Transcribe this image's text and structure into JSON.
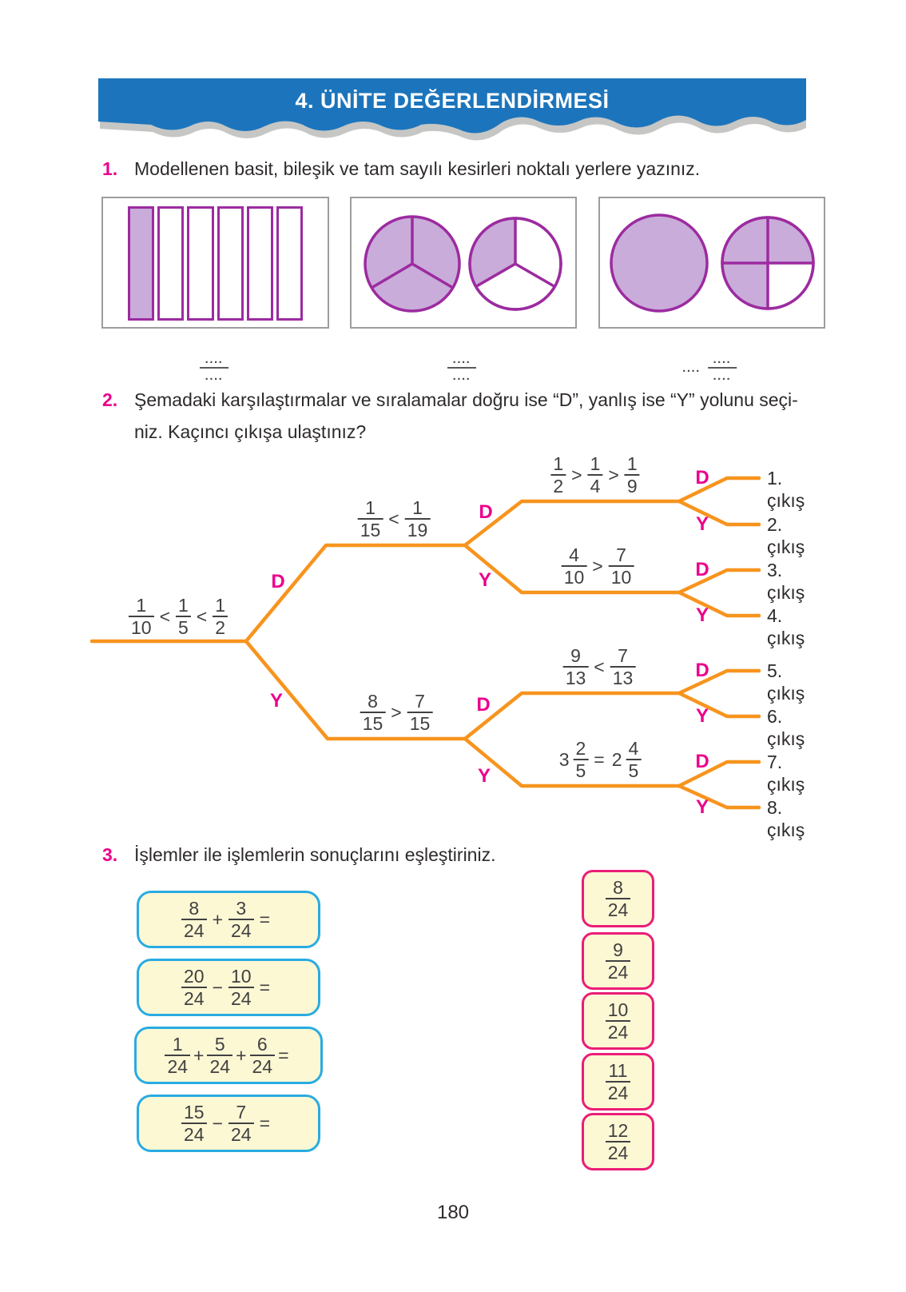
{
  "header": {
    "title": "4. ÜNİTE DEĞERLENDİRMESİ"
  },
  "colors": {
    "banner_blue": "#1C75BC",
    "banner_shadow": "#C6C6C5",
    "accent_pink": "#EC008C",
    "tree_orange": "#F7941E",
    "model_purple": "#9C2BA0",
    "model_fill": "#C9ACD9",
    "box_border": "#9D9D9C",
    "op_box_border": "#29ABE2",
    "op_box_fill": "#FCF8D4",
    "answer_box_border": "#EB1D77",
    "text_dark": "#2E2A2B",
    "fraction_dark": "#414042"
  },
  "q1": {
    "number": "1.",
    "text": "Modellenen basit, bileşik ve tam sayılı kesirleri noktalı yerlere yazınız.",
    "dots": "...."
  },
  "q2": {
    "number": "2.",
    "line1": "Şemadaki karşılaştırmalar ve sıralamalar doğru ise “D”, yanlış ise “Y” yolunu seçi-",
    "line2": "niz. Kaçıncı çıkışa ulaştınız?"
  },
  "tree": {
    "d": "D",
    "y": "Y",
    "root": {
      "f1": {
        "n": "1",
        "d": "10"
      },
      "op1": "<",
      "f2": {
        "n": "1",
        "d": "5"
      },
      "op2": "<",
      "f3": {
        "n": "1",
        "d": "2"
      }
    },
    "top": {
      "f1": {
        "n": "1",
        "d": "15"
      },
      "op": "<",
      "f2": {
        "n": "1",
        "d": "19"
      }
    },
    "bottom": {
      "f1": {
        "n": "8",
        "d": "15"
      },
      "op": ">",
      "f2": {
        "n": "7",
        "d": "15"
      }
    },
    "b1": {
      "f1": {
        "n": "1",
        "d": "2"
      },
      "op1": ">",
      "f2": {
        "n": "1",
        "d": "4"
      },
      "op2": ">",
      "f3": {
        "n": "1",
        "d": "9"
      }
    },
    "b2": {
      "f1": {
        "n": "4",
        "d": "10"
      },
      "op": ">",
      "f2": {
        "n": "7",
        "d": "10"
      }
    },
    "b3": {
      "f1": {
        "n": "9",
        "d": "13"
      },
      "op": "<",
      "f2": {
        "n": "7",
        "d": "13"
      }
    },
    "b4": {
      "w1": "3",
      "f1": {
        "n": "2",
        "d": "5"
      },
      "op": "=",
      "w2": "2",
      "f2": {
        "n": "4",
        "d": "5"
      }
    },
    "exits": [
      "1. çıkış",
      "2. çıkış",
      "3. çıkış",
      "4. çıkış",
      "5. çıkış",
      "6. çıkış",
      "7. çıkış",
      "8. çıkış"
    ]
  },
  "q3": {
    "number": "3.",
    "text": "İşlemler ile işlemlerin sonuçlarını eşleştiriniz.",
    "operations": [
      {
        "f1": {
          "n": "8",
          "d": "24"
        },
        "op1": "+",
        "f2": {
          "n": "3",
          "d": "24"
        },
        "eq": "="
      },
      {
        "f1": {
          "n": "20",
          "d": "24"
        },
        "op1": "−",
        "f2": {
          "n": "10",
          "d": "24"
        },
        "eq": "="
      },
      {
        "f1": {
          "n": "1",
          "d": "24"
        },
        "op1": "+",
        "f2": {
          "n": "5",
          "d": "24"
        },
        "op2": "+",
        "f3": {
          "n": "6",
          "d": "24"
        },
        "eq": "="
      },
      {
        "f1": {
          "n": "15",
          "d": "24"
        },
        "op1": "−",
        "f2": {
          "n": "7",
          "d": "24"
        },
        "eq": "="
      }
    ],
    "answers": [
      {
        "n": "8",
        "d": "24"
      },
      {
        "n": "9",
        "d": "24"
      },
      {
        "n": "10",
        "d": "24"
      },
      {
        "n": "11",
        "d": "24"
      },
      {
        "n": "12",
        "d": "24"
      }
    ]
  },
  "footer": {
    "page_number": "180"
  }
}
